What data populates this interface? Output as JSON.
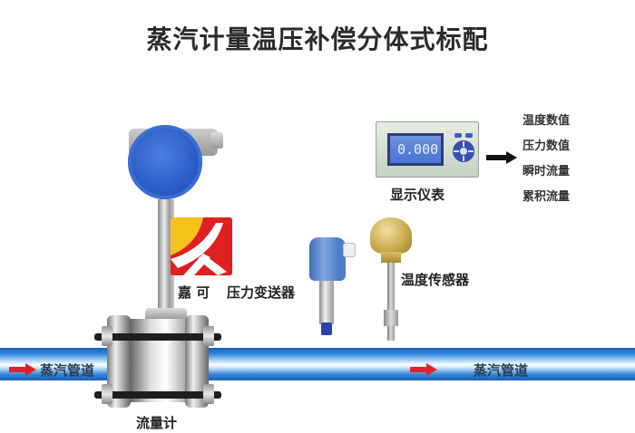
{
  "title": "蒸汽计量温压补偿分体式标配",
  "components": {
    "flowmeter": {
      "label": "流量计"
    },
    "display_instrument": {
      "label": "显示仪表",
      "screen_value": "0.000"
    },
    "pressure_transmitter": {
      "label": "压力变送器"
    },
    "temperature_sensor": {
      "label": "温度传感器"
    }
  },
  "outputs": [
    "温度数值",
    "压力数值",
    "瞬时流量",
    "累积流量"
  ],
  "brand": {
    "name": "嘉 可",
    "logo_letter": "K",
    "colors": {
      "red": "#e02020",
      "yellow": "#f4c21a"
    }
  },
  "pipe": {
    "label_left": "蒸汽管道",
    "label_right": "蒸汽管道",
    "color": "#2f86d8",
    "arrow_color": "#e3202a"
  }
}
